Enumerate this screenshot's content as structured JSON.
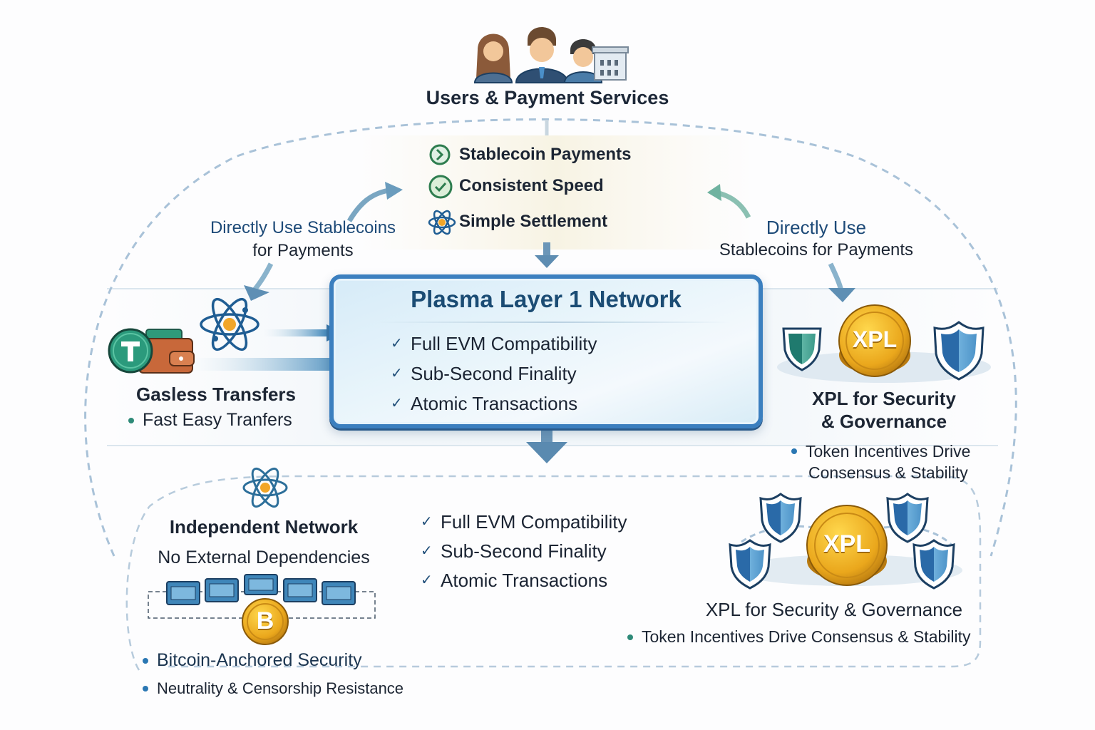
{
  "header": {
    "title": "Users & Payment Services",
    "icons": [
      "person-female-icon",
      "person-male-icon",
      "person-business-icon",
      "bank-building-icon"
    ]
  },
  "benefits": [
    {
      "icon": "chevron-circle-icon",
      "label": "Stablecoin Payments"
    },
    {
      "icon": "check-circle-icon",
      "label": "Consistent Speed"
    },
    {
      "icon": "atom-icon",
      "label": "Simple Settlement"
    }
  ],
  "left_flow_label": {
    "line1": "Directly Use Stablecoins",
    "line2": "for Payments"
  },
  "right_flow_label": {
    "line1": "Directly Use",
    "line2": "Stablecoins for Payments"
  },
  "core": {
    "title": "Plasma Layer 1 Network",
    "features": [
      "Full EVM Compatibility",
      "Sub-Second Finality",
      "Atomic Transactions"
    ]
  },
  "gasless": {
    "title": "Gasless Transfers",
    "bullet": "Fast Easy Tranfers",
    "icons": [
      "tether-coin-icon",
      "wallet-icon",
      "atom-icon"
    ]
  },
  "xpl_top": {
    "coin_label": "XPL",
    "title_line1": "XPL for Security",
    "title_line2": "& Governance",
    "bullet_line1": "Token Incentives Drive",
    "bullet_line2": "Consensus & Stability"
  },
  "independent": {
    "title": "Independent Network",
    "subtitle": "No External Dependencies",
    "coin_symbol": "B",
    "bullets": [
      "Bitcoin-Anchored Security",
      "Neutrality & Censorship Resistance"
    ]
  },
  "mid_features": [
    "Full EVM Compatibility",
    "Sub-Second Finality",
    "Atomic Transactions"
  ],
  "xpl_bottom": {
    "coin_label": "XPL",
    "title": "XPL for Security & Governance",
    "bullet": "Token Incentives Drive Consensus & Stability"
  },
  "colors": {
    "primary_blue": "#1d4a78",
    "box_border": "#3b7fbf",
    "teal": "#2e8a78",
    "gold": "#e9a81e",
    "dashed_line": "#a9c2d8"
  }
}
